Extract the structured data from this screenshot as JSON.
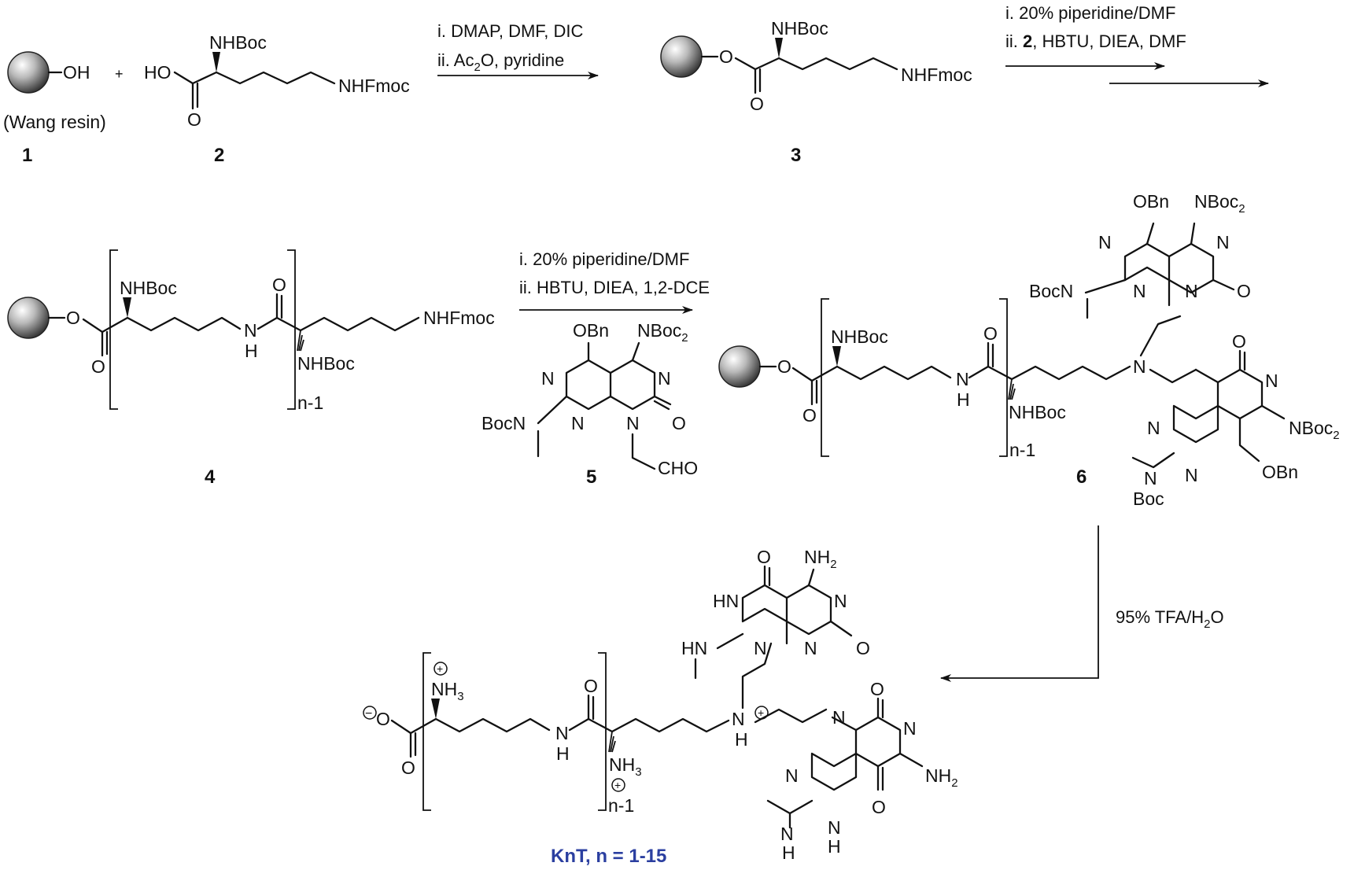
{
  "reaction1": {
    "resin_oh": "OH",
    "resin_name": "(Wang resin)",
    "plus": "+",
    "c2_nhboc": "NHBoc",
    "c2_ho": "HO",
    "c2_o": "O",
    "c2_nhfmoc": "NHFmoc",
    "cond1": "i. DMAP, DMF, DIC",
    "cond2_pre": "ii. Ac",
    "cond2_sub": "2",
    "cond2_post": "O, pyridine",
    "num1": "1",
    "num2": "2",
    "c3_nhboc": "NHBoc",
    "c3_o": "O",
    "c3_o_carbonyl": "O",
    "c3_nhfmoc": "NHFmoc",
    "num3": "3",
    "cond3": "i. 20% piperidine/DMF",
    "cond4_pre": "ii. ",
    "cond4_bold": "2",
    "cond4_post": ", HBTU, DIEA, DMF"
  },
  "compound4": {
    "nhboc_top": "NHBoc",
    "o_ester": "O",
    "o_carbonyl": "O",
    "o_amide": "O",
    "nh": "N",
    "h": "H",
    "nhboc_bottom": "NHBoc",
    "nhfmoc": "NHFmoc",
    "repeat": "n-1",
    "num": "4"
  },
  "step2": {
    "cond1": "i. 20% piperidine/DMF",
    "cond2": "ii. HBTU, DIEA, 1,2-DCE"
  },
  "compound5": {
    "obn": "OBn",
    "nboc": "NBoc",
    "nboc_sub": "2",
    "n": "N",
    "bocn": "BocN",
    "o": "O",
    "cho": "CHO",
    "num": "5"
  },
  "compound6": {
    "obn": "OBn",
    "nboc": "NBoc",
    "nboc_sub": "2",
    "n": "N",
    "bocn": "BocN",
    "o": "O",
    "boc": "Boc",
    "nhboc": "NHBoc",
    "h": "H",
    "repeat": "n-1",
    "num": "6"
  },
  "step3": {
    "cond_pre": "95% TFA/H",
    "cond_sub": "2",
    "cond_post": "O"
  },
  "product": {
    "nh": "NH",
    "nh_sub": "2",
    "nh3": "NH",
    "nh3_sub": "3",
    "plus": "+",
    "minus": "−",
    "o": "O",
    "n": "N",
    "h": "H",
    "hn": "HN",
    "repeat": "n-1",
    "label": "KnT, n = 1-15"
  }
}
